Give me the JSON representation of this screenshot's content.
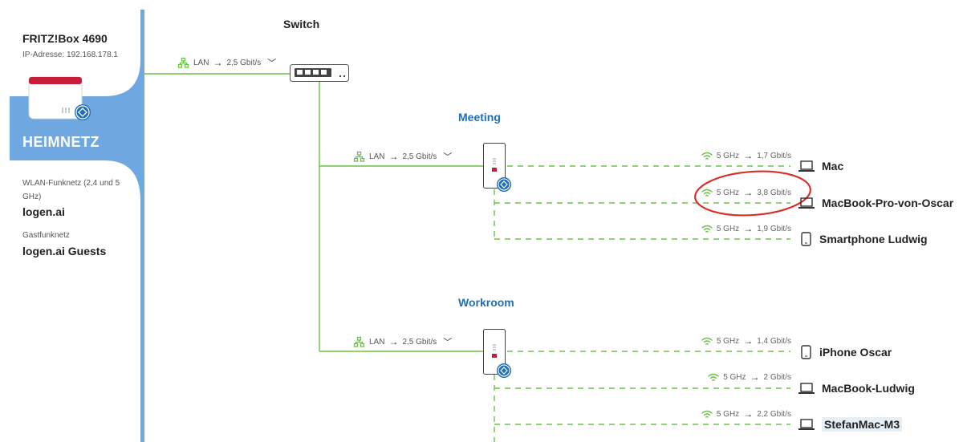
{
  "router": {
    "name": "FRITZ!Box 4690",
    "ip": "IP-Adresse: 192.168.178.1"
  },
  "sidebar": {
    "title": "HEIMNETZ",
    "wlan_label": "WLAN-Funknetz (2,4 und 5 GHz)",
    "wlan_value": "logen.ai",
    "guest_label": "Gastfunknetz",
    "guest_value": "logen.ai Guests"
  },
  "switch": {
    "title": "Switch",
    "link": {
      "type": "LAN",
      "speed": "2,5 Gbit/s"
    }
  },
  "repeaters": [
    {
      "title": "Meeting",
      "link": {
        "type": "LAN",
        "speed": "2,5 Gbit/s"
      },
      "devices": [
        {
          "name": "Mac",
          "band": "5 GHz",
          "speed": "1,7 Gbit/s",
          "icon": "laptop-icon"
        },
        {
          "name": "MacBook-Pro-von-Oscar",
          "band": "5 GHz",
          "speed": "3,8 Gbit/s",
          "icon": "laptop-icon"
        },
        {
          "name": "Smartphone Ludwig",
          "band": "5 GHz",
          "speed": "1,9 Gbit/s",
          "icon": "smartphone-icon"
        }
      ]
    },
    {
      "title": "Workroom",
      "link": {
        "type": "LAN",
        "speed": "2,5 Gbit/s"
      },
      "devices": [
        {
          "name": "iPhone Oscar",
          "band": "5 GHz",
          "speed": "1,4 Gbit/s",
          "icon": "smartphone-icon"
        },
        {
          "name": "MacBook-Ludwig",
          "band": "5 GHz",
          "speed": "2 Gbit/s",
          "icon": "laptop-icon"
        },
        {
          "name": "StefanMac-M3",
          "band": "5 GHz",
          "speed": "2,2 Gbit/s",
          "icon": "laptop-icon"
        }
      ]
    }
  ],
  "colors": {
    "accent": "#6fa8e0",
    "link": "#1f6fb8",
    "line_green": "#6cc04a",
    "brand_red": "#c41e3a",
    "highlight_circle": "#d93025"
  },
  "arrow_glyph": "→",
  "chevron_glyph": "﹀"
}
